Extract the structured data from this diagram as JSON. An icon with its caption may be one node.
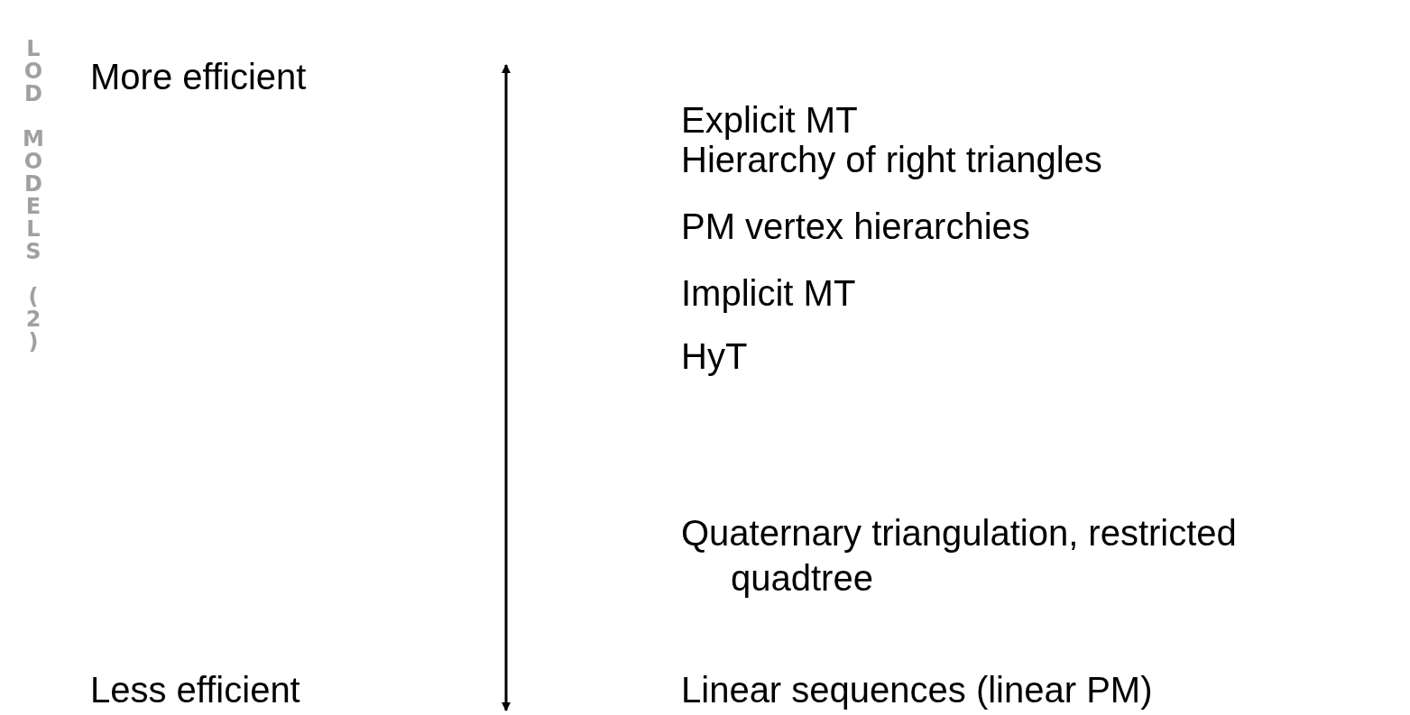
{
  "diagram": {
    "title": "LOD MODELS (2)",
    "labels": [
      "More efficient",
      "Less efficient",
      "Explicit MT",
      "Hierarchy of right triangles",
      "PM vertex hierarchies",
      "Implicit MT",
      "HyT",
      "Quaternary triangulation, restricted quadtree",
      "Linear sequences (linear PM)"
    ]
  }
}
